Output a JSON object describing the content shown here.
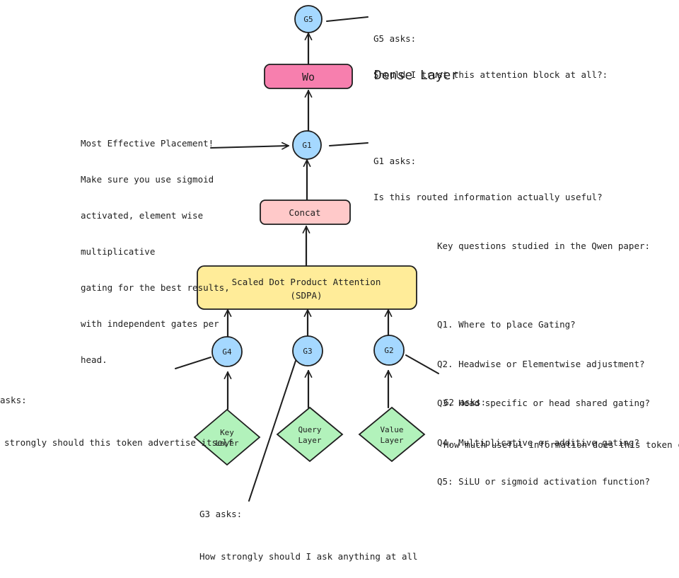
{
  "colors": {
    "gate": "#a5d8ff",
    "wo": "#f77fae",
    "concat": "#ffc9c9",
    "sdpa": "#ffec99",
    "input": "#b2f2bb",
    "ink": "#1e1e1e"
  },
  "nodes": {
    "g5": "G5",
    "wo": "Wo",
    "g1": "G1",
    "concat": "Concat",
    "sdpa_line1": "Scaled Dot Product Attention",
    "sdpa_line2": "(SDPA)",
    "g4": "G4",
    "g3": "G3",
    "g2": "G2",
    "key_line1": "Key",
    "key_line2": "Layer",
    "query_line1": "Query",
    "query_line2": "Layer",
    "value_line1": "Value",
    "value_line2": "Layer"
  },
  "annotations": {
    "g5": [
      "G5 asks:",
      "Should I trust this attention block at all?:"
    ],
    "dense": "Dense Layer",
    "g1": [
      "G1 asks:",
      "Is this routed information actually useful?"
    ],
    "placement": [
      "Most Effective Placement!",
      "Make sure you use sigmoid",
      "activated, element wise",
      "multiplicative",
      "gating for the best results,",
      "with independent gates per",
      "head."
    ],
    "questions": [
      "Key questions studied in the Qwen paper:",
      "",
      "Q1. Where to place Gating?",
      "Q2. Headwise or Elementwise adjustment?",
      "Q3. Head specific or head shared gating?",
      "Q4. Multiplicative or additive gating?",
      "Q5: SiLU or sigmoid activation function?"
    ],
    "g4": [
      "asks:",
      "strongly should this token advertise itself"
    ],
    "g2": [
      "G2 asks:",
      "How much useful information does this token ca"
    ],
    "g3": [
      "G3 asks:",
      "How strongly should I ask anything at all"
    ]
  }
}
